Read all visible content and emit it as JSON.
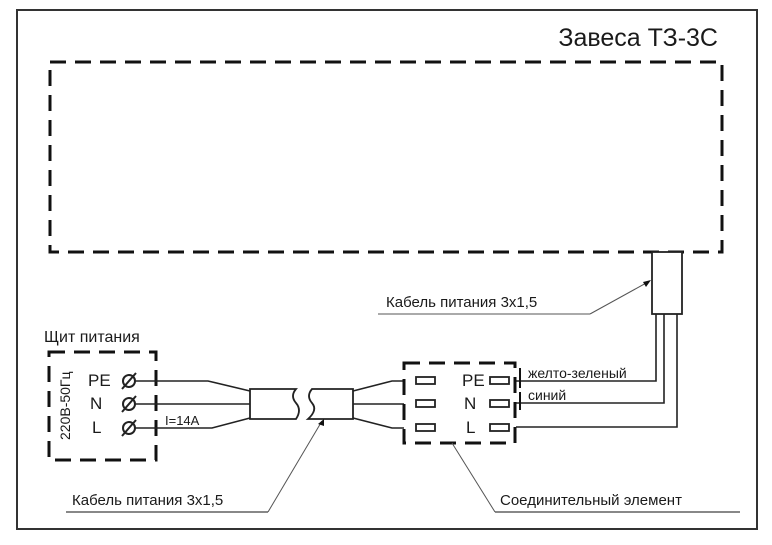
{
  "diagram": {
    "title": "Завеса ТЗ-3С",
    "power_panel": {
      "label": "Щит питания",
      "voltage": "220В-50Гц",
      "terminals": [
        "PE",
        "N",
        "L"
      ],
      "current": "I=14A"
    },
    "cable_left": {
      "label": "Кабель питания 3х1,5"
    },
    "cable_top": {
      "label": "Кабель питания 3х1,5"
    },
    "connector": {
      "label": "Соединительный элемент",
      "terminals": [
        "PE",
        "N",
        "L"
      ]
    },
    "wire_colors": {
      "pe": "желто-зеленый",
      "n": "синий"
    }
  }
}
